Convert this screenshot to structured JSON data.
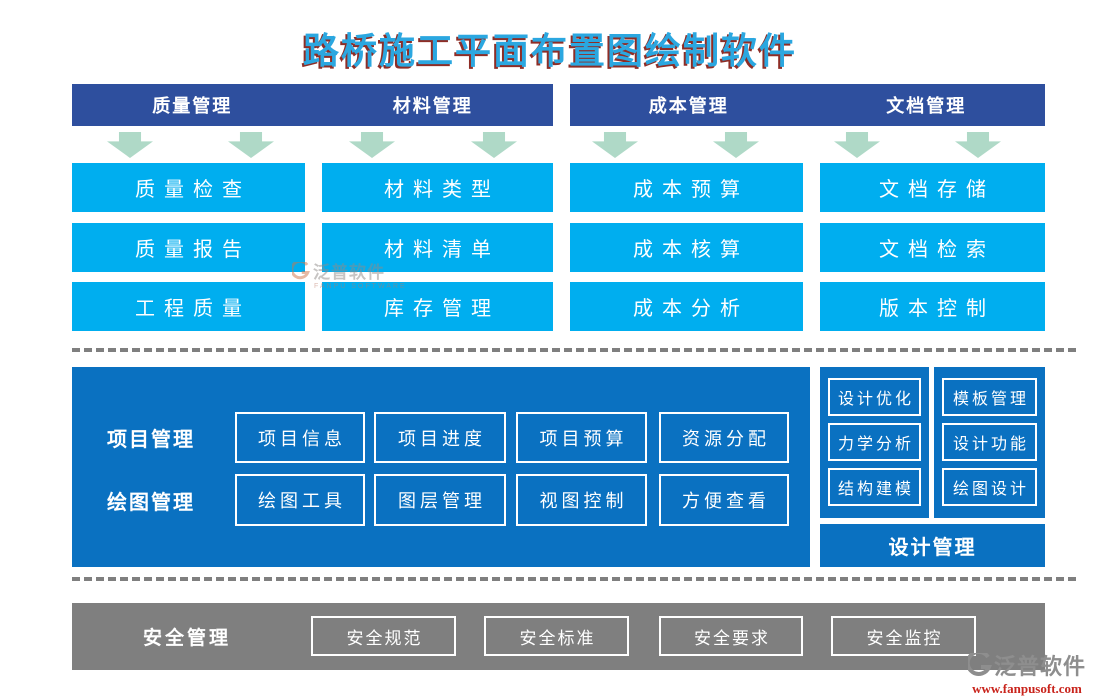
{
  "title": "路桥施工平面布置图绘制软件",
  "colors": {
    "title_text": "#2BA7E0",
    "title_shadow": "#8E2D26",
    "header_bar": "#2E4F9E",
    "cell_blue": "#00AEEF",
    "panel_blue": "#0A71C1",
    "arrow_green": "#AFD9C7",
    "gray_bar": "#7F7F7F",
    "logo_gray": "#8E8E8E",
    "logo_red": "#C9241C"
  },
  "top_groups": [
    {
      "headers": [
        "质量管理",
        "材料管理"
      ],
      "columns": [
        {
          "items": [
            "质量检查",
            "质量报告",
            "工程质量"
          ]
        },
        {
          "items": [
            "材料类型",
            "材料清单",
            "库存管理"
          ]
        }
      ]
    },
    {
      "headers": [
        "成本管理",
        "文档管理"
      ],
      "columns": [
        {
          "items": [
            "成本预算",
            "成本核算",
            "成本分析"
          ]
        },
        {
          "items": [
            "文档存储",
            "文档检索",
            "版本控制"
          ]
        }
      ]
    }
  ],
  "project_panel": {
    "rows": [
      {
        "label": "项目管理",
        "buttons": [
          "项目信息",
          "项目进度",
          "项目预算",
          "资源分配"
        ]
      },
      {
        "label": "绘图管理",
        "buttons": [
          "绘图工具",
          "图层管理",
          "视图控制",
          "方便查看"
        ]
      }
    ]
  },
  "design_panel": {
    "columns": [
      {
        "items": [
          "设计优化",
          "力学分析",
          "结构建模"
        ]
      },
      {
        "items": [
          "模板管理",
          "设计功能",
          "绘图设计"
        ]
      }
    ],
    "footer": "设计管理"
  },
  "safety_bar": {
    "label": "安全管理",
    "buttons": [
      "安全规范",
      "安全标准",
      "安全要求",
      "安全监控"
    ]
  },
  "watermark": {
    "text": "泛普软件",
    "subtext": "FANPU SOFTWARE"
  },
  "branding": {
    "logo_text": "泛普软件",
    "logo_url": "www.fanpusoft.com"
  }
}
